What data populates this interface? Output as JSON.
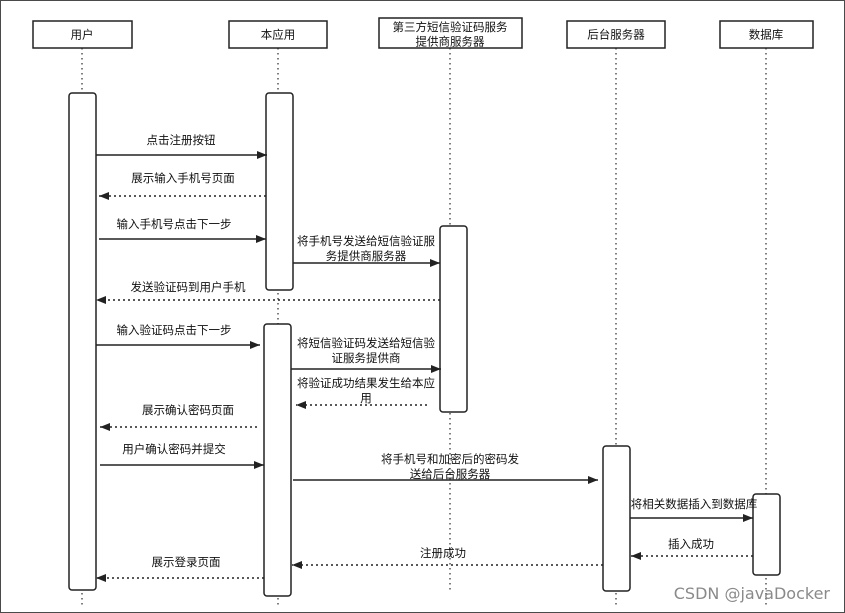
{
  "participants": [
    {
      "lines": [
        "用户"
      ]
    },
    {
      "lines": [
        "本应用"
      ]
    },
    {
      "lines": [
        "第三方短信验证码服务",
        "提供商服务器"
      ]
    },
    {
      "lines": [
        "后台服务器"
      ]
    },
    {
      "lines": [
        "数据库"
      ]
    }
  ],
  "messages": [
    {
      "lines": [
        "点击注册按钮"
      ]
    },
    {
      "lines": [
        "展示输入手机号页面"
      ]
    },
    {
      "lines": [
        "输入手机号点击下一步"
      ]
    },
    {
      "lines": [
        "将手机号发送给短信验证服",
        "务提供商服务器"
      ]
    },
    {
      "lines": [
        "发送验证码到用户手机"
      ]
    },
    {
      "lines": [
        "输入验证码点击下一步"
      ]
    },
    {
      "lines": [
        "将短信验证码发送给短信验",
        "证服务提供商"
      ]
    },
    {
      "lines": [
        "将验证成功结果发生给本应",
        "用"
      ]
    },
    {
      "lines": [
        "展示确认密码页面"
      ]
    },
    {
      "lines": [
        "用户确认密码并提交"
      ]
    },
    {
      "lines": [
        "将手机号和加密后的密码发",
        "送给后台服务器"
      ]
    },
    {
      "lines": [
        "将相关数据插入到数据库"
      ]
    },
    {
      "lines": [
        "插入成功"
      ]
    },
    {
      "lines": [
        "注册成功"
      ]
    },
    {
      "lines": [
        "展示登录页面"
      ]
    }
  ],
  "watermark": "CSDN @javaDocker",
  "colors": {
    "line": "#222222",
    "fill": "#ffffff",
    "text": "#111111",
    "watermark": "#8a8a8a",
    "background": "#ffffff"
  }
}
